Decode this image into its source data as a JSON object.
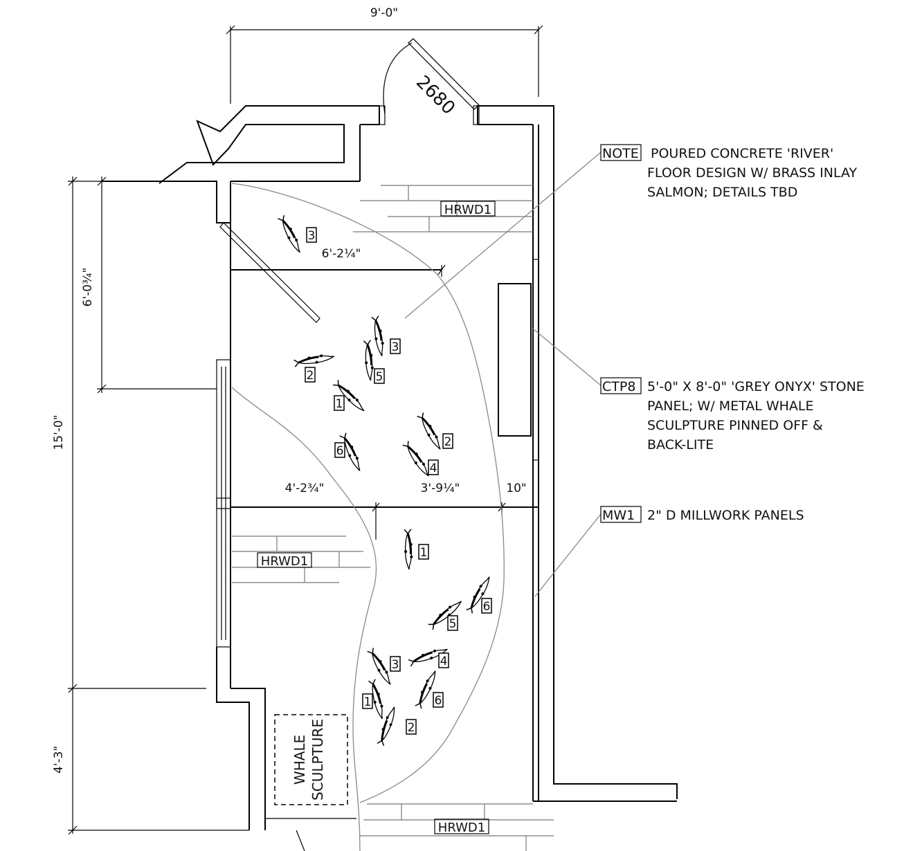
{
  "dimensions": {
    "overall_width": "9'-0\"",
    "upper_height": "6'-0¾\"",
    "overall_height": "15'-0\"",
    "lower_height": "4'-3\"",
    "upper_span": "6'-2¼\"",
    "left_span": "4'-2¾\"",
    "middle_span": "3'-9¼\"",
    "right_span": "10\""
  },
  "door": {
    "label": "2680"
  },
  "floor_tags": [
    "HRWD1",
    "HRWD1",
    "HRWD1"
  ],
  "notes": [
    {
      "tag": "NOTE",
      "lines": [
        "POURED CONCRETE 'RIVER'",
        "FLOOR DESIGN W/ BRASS INLAY",
        "SALMON; DETAILS TBD"
      ]
    },
    {
      "tag": "CTP8",
      "lines": [
        "5'-0\" X 8'-0\" 'GREY ONYX' STONE",
        "PANEL; W/ METAL WHALE",
        "SCULPTURE PINNED OFF &",
        "BACK-LITE"
      ]
    },
    {
      "tag": "MW1",
      "lines": [
        "2\" D MILLWORK PANELS"
      ]
    }
  ],
  "whale_sculpture": {
    "lines": [
      "WHALE",
      "SCULPTURE"
    ]
  },
  "salmon_labels": [
    "3",
    "3",
    "5",
    "2",
    "1",
    "2",
    "4",
    "6",
    "1",
    "6",
    "5",
    "4",
    "3",
    "6",
    "1",
    "2"
  ]
}
